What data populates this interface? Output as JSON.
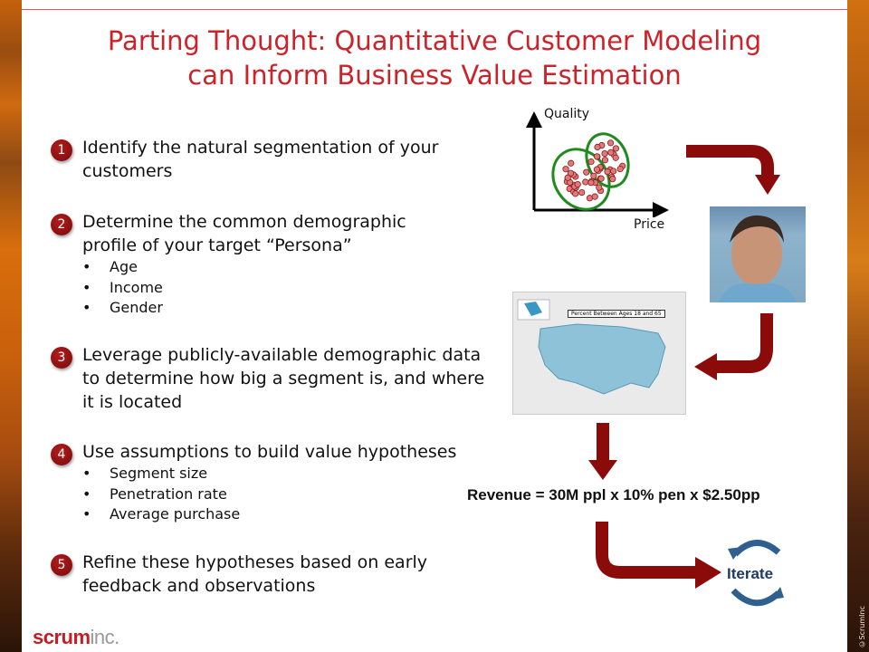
{
  "title_line1": "Parting Thought: Quantitative Customer Modeling",
  "title_line2": "can Inform Business Value Estimation",
  "steps": [
    {
      "num": "1",
      "text": "Identify the natural segmentation of your customers",
      "bullets": []
    },
    {
      "num": "2",
      "text": "Determine the common demographic profile of your target “Persona”",
      "bullets": [
        "Age",
        "Income",
        "Gender"
      ]
    },
    {
      "num": "3",
      "text": "Leverage publicly-available demographic data to determine how big a segment is, and where it is located",
      "bullets": []
    },
    {
      "num": "4",
      "text": "Use assumptions to build value hypotheses",
      "bullets": [
        "Segment size",
        "Penetration rate",
        "Average purchase"
      ]
    },
    {
      "num": "5",
      "text": "Refine these hypotheses based on early feedback and observations",
      "bullets": []
    }
  ],
  "scatter": {
    "ylabel": "Quality",
    "xlabel": "Price"
  },
  "map": {
    "title": "Percent Between Ages 18 and 65"
  },
  "revenue": "Revenue = 30M ppl x 10% pen x $2.50pp",
  "iterate": "Iterate",
  "logo": {
    "part1": "scrum",
    "part2": "inc."
  },
  "copyright": "©ScrumInc",
  "colors": {
    "accent": "#cc2229",
    "arrow": "#8b0a0a",
    "cycle": "#2f5f8f"
  }
}
